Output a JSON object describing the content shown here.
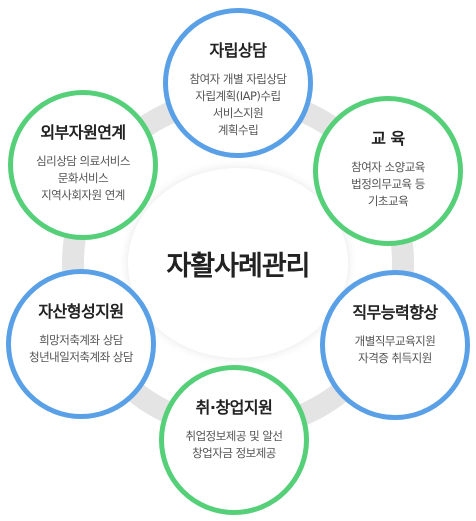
{
  "center": {
    "title": "자활사례관리"
  },
  "colors": {
    "blue": "#5aa0e6",
    "green": "#55cf78",
    "ring": "#e4e4e4"
  },
  "nodes": [
    {
      "id": "self-reliance-counsel",
      "color": "blue",
      "title": "자립상담",
      "lines": [
        "참여자 개별 자립상담",
        "자립계획(IAP)수립",
        "서비스지원",
        "계획수립"
      ]
    },
    {
      "id": "education",
      "color": "green",
      "title": "교 육",
      "lines": [
        "참여자 소양교육",
        "법정의무교육 등",
        "기초교육"
      ]
    },
    {
      "id": "job-skills",
      "color": "blue",
      "title": "직무능력향상",
      "lines": [
        "개별직무교육지원",
        "자격증 취득지원"
      ]
    },
    {
      "id": "employment-startup",
      "color": "green",
      "title": "취·창업지원",
      "lines": [
        "취업정보제공 및 알선",
        "창업자금 정보제공"
      ]
    },
    {
      "id": "asset-building",
      "color": "blue",
      "title": "자산형성지원",
      "lines": [
        "희망저축계좌 상담",
        "청년내일저축계좌 상담"
      ]
    },
    {
      "id": "external-resources",
      "color": "green",
      "title": "외부자원연계",
      "lines": [
        "심리상담 의료서비스",
        "문화서비스",
        "지역사회자원 연계"
      ]
    }
  ]
}
